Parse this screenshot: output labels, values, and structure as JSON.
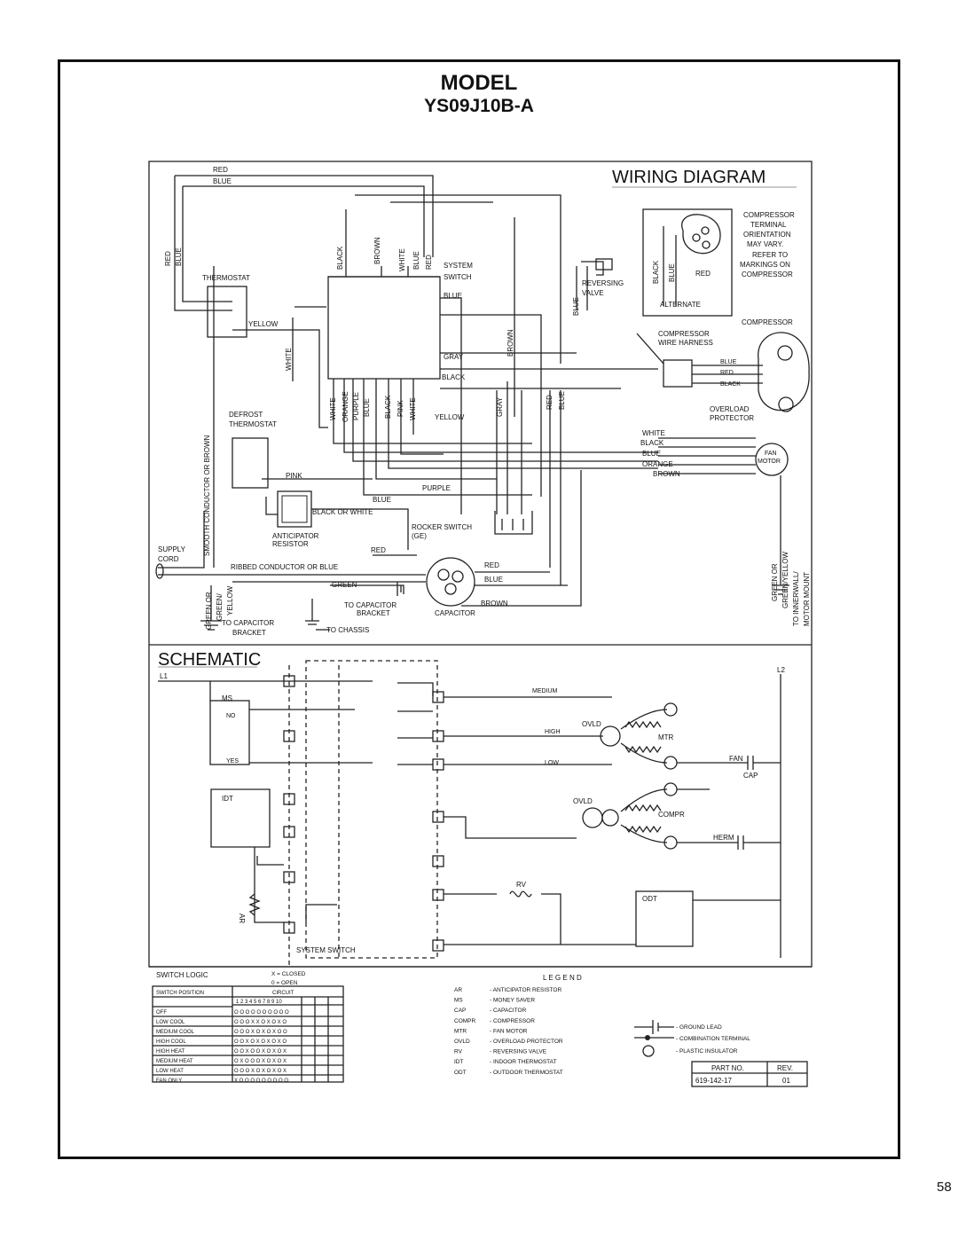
{
  "model_heading": "MODEL",
  "model_number": "YS09J10B-A",
  "page_number": "58",
  "wiring": {
    "title": "WIRING DIAGRAM",
    "top_wires": [
      "RED",
      "BLUE"
    ],
    "left_wires": [
      "RED",
      "BLUE"
    ],
    "thermostat_label": "THERMOSTAT",
    "yellow": "YELLOW",
    "white": "WHITE",
    "defrost_thermostat": [
      "DEFROST",
      "THERMOSTAT"
    ],
    "smooth_conductor": "SMOOTH CONDUCTOR OR BROWN",
    "supply_cord": [
      "SUPPLY",
      "CORD"
    ],
    "pink": "PINK",
    "anticipator_resistor": [
      "ANTICIPATOR",
      "RESISTOR"
    ],
    "black_or_white": "BLACK OR WHITE",
    "ribbed": "RIBBED CONDUCTOR OR BLUE",
    "green": "GREEN",
    "green_yellow_left": [
      "GREEN OR",
      "GREEN/",
      "YELLOW"
    ],
    "to_capacitor_bracket_left": [
      "TO CAPACITOR",
      "BRACKET"
    ],
    "to_capacitor_bracket_mid": [
      "TO CAPACITOR",
      "BRACKET"
    ],
    "to_chassis": "TO CHASSIS",
    "switch_top_wires": [
      "BLACK",
      "BROWN",
      "WHITE",
      "BLUE",
      "RED"
    ],
    "system_switch": [
      "SYSTEM",
      "SWITCH"
    ],
    "blue": "BLUE",
    "gray": "GRAY",
    "black": "BLACK",
    "yellow2": "YELLOW",
    "bottom_wires": [
      "WHITE",
      "ORANGE",
      "PURPLE",
      "BLUE",
      "BLACK",
      "PINK",
      "WHITE"
    ],
    "gray_v": "GRAY",
    "brown_v": "BROWN",
    "red_v": "RED",
    "blue_v": "BLUE",
    "purple": "PURPLE",
    "blue2": "BLUE",
    "red2": "RED",
    "rocker_switch": [
      "ROCKER SWITCH",
      "(GE)"
    ],
    "capacitor": "CAPACITOR",
    "cap_red": "RED",
    "cap_blue": "BLUE",
    "cap_brown": "BROWN",
    "reversing_valve": [
      "REVERSING",
      "VALVE"
    ],
    "rv_blue": "BLUE",
    "comp_black": "BLACK",
    "comp_blue": "BLUE",
    "comp_red": "RED",
    "alternate": "ALTERNATE",
    "compressor_note": [
      "COMPRESSOR",
      "TERMINAL",
      "ORIENTATION",
      "MAY VARY.",
      "REFER TO",
      "MARKINGS ON",
      "COMPRESSOR"
    ],
    "compressor": "COMPRESSOR",
    "wire_harness": [
      "COMPRESSOR",
      "WIRE HARNESS"
    ],
    "harness_wires": [
      "BLUE",
      "RED",
      "BLACK"
    ],
    "overload": [
      "OVERLOAD",
      "PROTECTOR"
    ],
    "fan_wires": [
      "WHITE",
      "BLACK",
      "BLUE",
      "ORANGE",
      "BROWN"
    ],
    "fan_motor": [
      "FAN",
      "MOTOR"
    ],
    "green_yellow_right": [
      "GREEN OR",
      "GREEN/YELLOW",
      "TO INNERWALL/",
      "MOTOR MOUNT"
    ]
  },
  "schematic": {
    "title": "SCHEMATIC",
    "L1": "L1",
    "L2": "L2",
    "ms": "MS",
    "no": "NO",
    "yes": "YES",
    "idt": "IDT",
    "ar": "AR",
    "system_switch": "SYSTEM SWITCH",
    "medium": "MEDIUM",
    "high": "HIGH",
    "low": "LOW",
    "ovld": "OVLD",
    "mtr": "MTR",
    "fan": "FAN",
    "cap": "CAP",
    "compr": "COMPR",
    "herm": "HERM",
    "rv": "RV",
    "odt": "ODT"
  },
  "switch_logic": {
    "title": "SWITCH LOGIC",
    "key": [
      "X = CLOSED",
      "0 = OPEN"
    ],
    "col_position": "SWITCH POSITION",
    "col_circuit": "CIRCUIT",
    "circuit_numbers": "1 2 3 4 5 6 7 8 9 10",
    "rows": [
      {
        "position": "OFF",
        "pattern": "O O O O O O O O O O"
      },
      {
        "position": "LOW COOL",
        "pattern": "O O O X X O X O X O"
      },
      {
        "position": "MEDIUM COOL",
        "pattern": "O O O X O X O X O O"
      },
      {
        "position": "HIGH COOL",
        "pattern": "O O X O X O X O X O"
      },
      {
        "position": "HIGH HEAT",
        "pattern": "O O X O O X O X O X"
      },
      {
        "position": "MEDIUM HEAT",
        "pattern": "O X O O O X O X O X"
      },
      {
        "position": "LOW HEAT",
        "pattern": "O O O X O X O X O X"
      },
      {
        "position": "FAN ONLY",
        "pattern": "X O O O O O O O O O"
      }
    ]
  },
  "legend": {
    "title": "L E G E N D",
    "items": [
      {
        "code": "AR",
        "desc": "- ANTICIPATOR RESISTOR"
      },
      {
        "code": "MS",
        "desc": "- MONEY SAVER"
      },
      {
        "code": "CAP",
        "desc": "- CAPACITOR"
      },
      {
        "code": "COMPR",
        "desc": "- COMPRESSOR"
      },
      {
        "code": "MTR",
        "desc": "- FAN MOTOR"
      },
      {
        "code": "OVLD",
        "desc": "- OVERLOAD PROTECTOR"
      },
      {
        "code": "RV",
        "desc": "- REVERSING VALVE"
      },
      {
        "code": "IDT",
        "desc": "- INDOOR THERMOSTAT"
      },
      {
        "code": "ODT",
        "desc": "- OUTDOOR THERMOSTAT"
      }
    ],
    "symbols": [
      "- GROUND LEAD",
      "- COMBINATION TERMINAL",
      "- PLASTIC INSULATOR"
    ],
    "part_no_label": "PART NO.",
    "part_no": "619-142-17",
    "rev_label": "REV.",
    "rev": "01"
  }
}
